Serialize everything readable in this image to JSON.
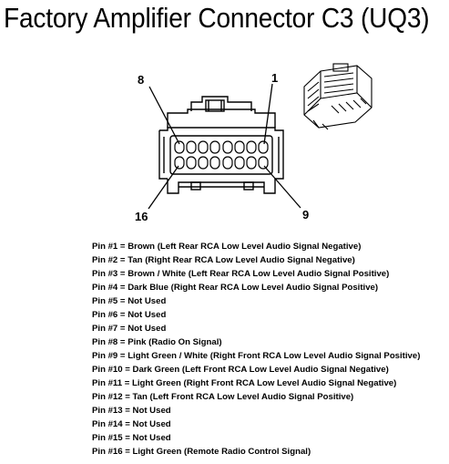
{
  "title": "Factory Amplifier Connector C3 (UQ3)",
  "callouts": {
    "pin_8": "8",
    "pin_1": "1",
    "pin_16": "16",
    "pin_9": "9"
  },
  "pins": [
    {
      "text": "Pin #1 = Brown (Left Rear RCA Low Level Audio Signal Negative)"
    },
    {
      "text": "Pin #2 = Tan (Right Rear RCA Low Level Audio Signal Negative)"
    },
    {
      "text": "Pin #3 = Brown / White (Left Rear RCA Low Level Audio Signal Positive)"
    },
    {
      "text": "Pin #4 = Dark Blue (Right Rear RCA Low Level Audio Signal Positive)"
    },
    {
      "text": "Pin #5 = Not Used"
    },
    {
      "text": "Pin #6 = Not Used"
    },
    {
      "text": "Pin #7 = Not Used"
    },
    {
      "text": "Pin #8 = Pink (Radio On Signal)"
    },
    {
      "text": "Pin #9 = Light Green / White (Right Front RCA Low Level Audio Signal Positive)"
    },
    {
      "text": "Pin #10 = Dark Green (Left Front RCA Low Level Audio Signal Negative)"
    },
    {
      "text": "Pin #11 = Light Green (Right Front RCA Low Level Audio Signal Negative)"
    },
    {
      "text": "Pin #12 = Tan (Left Front RCA Low Level Audio Signal Positive)"
    },
    {
      "text": "Pin #13 = Not Used"
    },
    {
      "text": "Pin #14 = Not Used"
    },
    {
      "text": "Pin #15 = Not Used"
    },
    {
      "text": "Pin #16 = Light Green (Remote Radio Control Signal)"
    }
  ]
}
